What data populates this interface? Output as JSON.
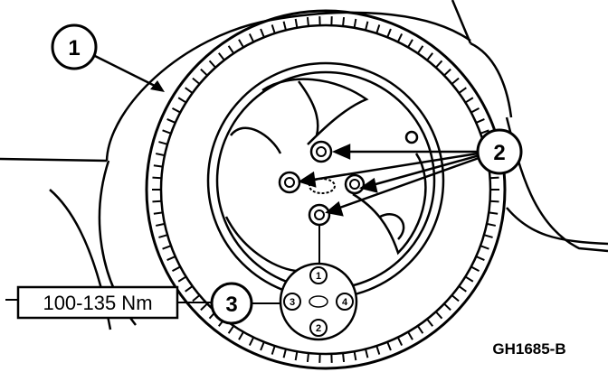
{
  "callouts": {
    "tire": "1",
    "lug_nuts": "2",
    "sequence": "3"
  },
  "torque_spec": "100-135 Nm",
  "tightening_sequence": [
    "1",
    "2",
    "3",
    "4"
  ],
  "figure_id": "GH1685-B"
}
